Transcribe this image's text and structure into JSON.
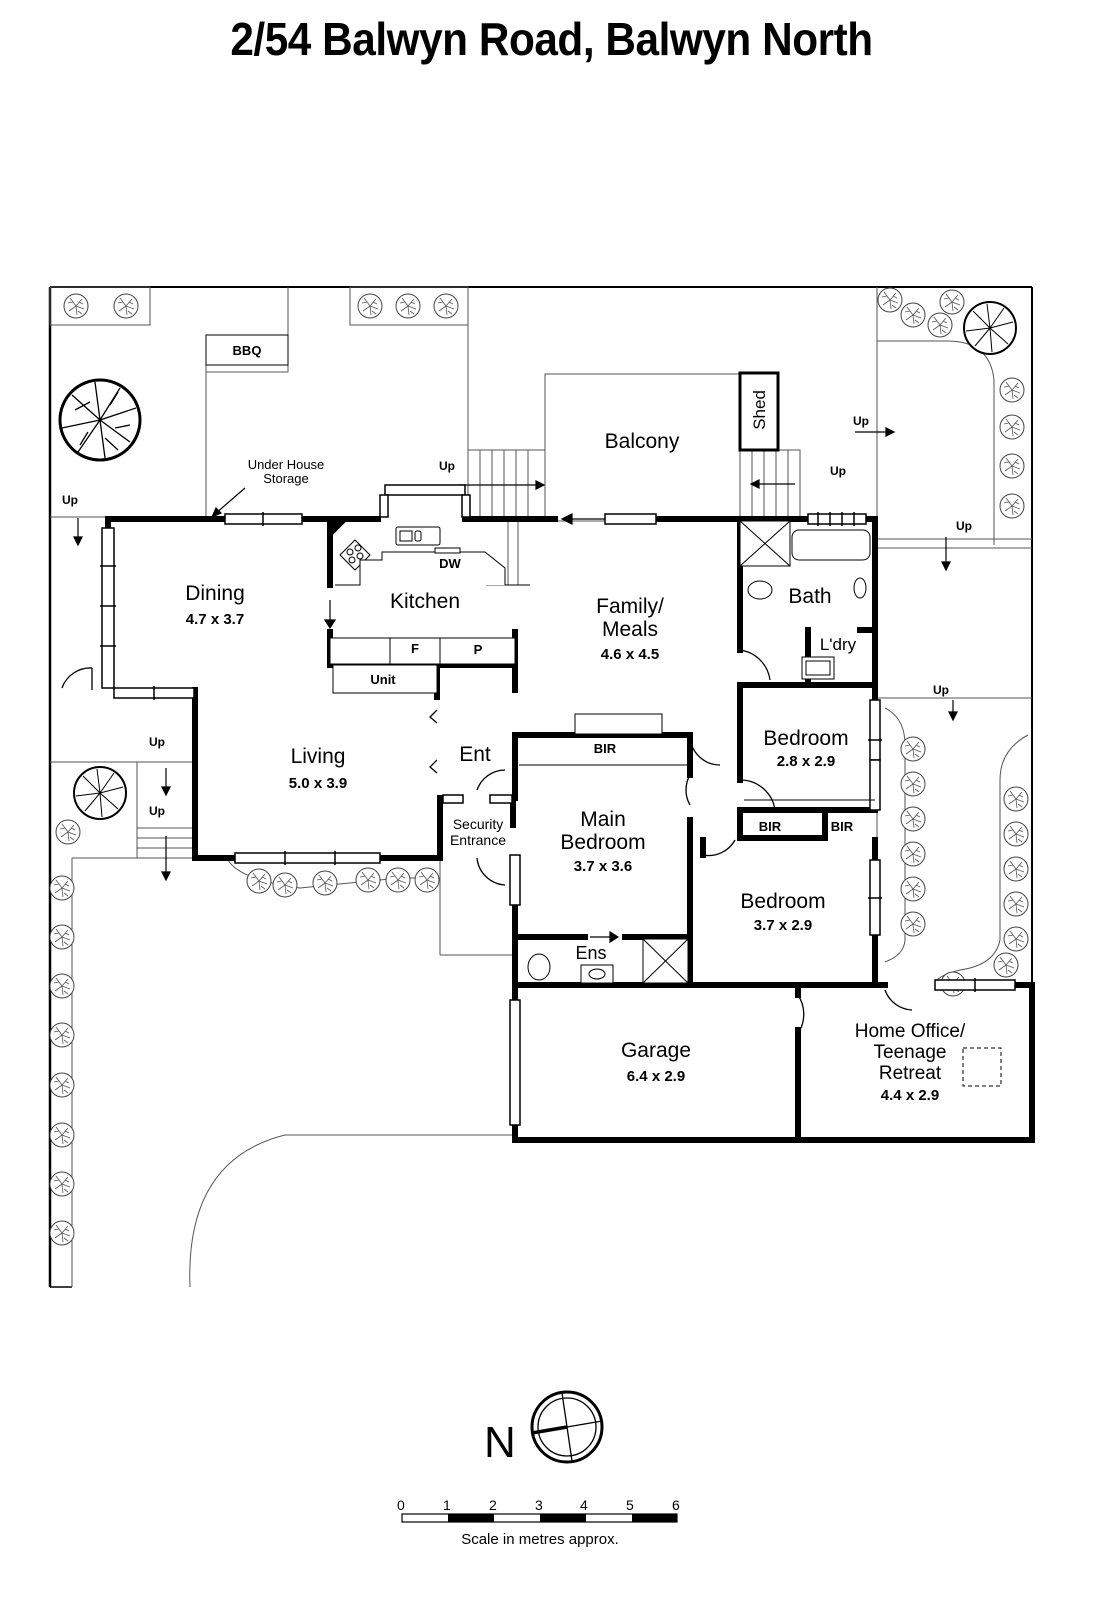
{
  "title": "2/54 Balwyn Road, Balwyn North",
  "rooms": {
    "dining": {
      "name": "Dining",
      "dims": "4.7 x 3.7"
    },
    "kitchen": {
      "name": "Kitchen"
    },
    "family": {
      "name_line1": "Family/",
      "name_line2": "Meals",
      "dims": "4.6 x 4.5"
    },
    "bath": {
      "name": "Bath"
    },
    "laundry": {
      "name": "L'dry"
    },
    "living": {
      "name": "Living",
      "dims": "5.0 x 3.9"
    },
    "entry": {
      "name": "Ent"
    },
    "security": {
      "line1": "Security",
      "line2": "Entrance"
    },
    "bedroom2": {
      "name": "Bedroom",
      "dims": "2.8 x 2.9"
    },
    "main_bedroom": {
      "line1": "Main",
      "line2": "Bedroom",
      "dims": "3.7 x 3.6"
    },
    "bedroom3": {
      "name": "Bedroom",
      "dims": "3.7 x 2.9"
    },
    "ensuite": {
      "name": "Ens"
    },
    "garage": {
      "name": "Garage",
      "dims": "6.4 x 2.9"
    },
    "office": {
      "line1": "Home Office/",
      "line2": "Teenage",
      "line3": "Retreat",
      "dims": "4.4 x 2.9"
    },
    "balcony": {
      "name": "Balcony"
    },
    "shed": {
      "name": "Shed"
    }
  },
  "fixtures": {
    "bbq": "BBQ",
    "dw": "DW",
    "fridge": "F",
    "pantry": "P",
    "unit": "Unit",
    "bir_main": "BIR",
    "bir_bed2": "BIR",
    "bir_bed3": "BIR"
  },
  "annotations": {
    "storage_line1": "Under House",
    "storage_line2": "Storage",
    "up": "Up"
  },
  "compass": {
    "label": "N"
  },
  "scale": {
    "ticks": [
      "0",
      "1",
      "2",
      "3",
      "4",
      "5",
      "6"
    ],
    "caption": "Scale in metres approx."
  }
}
